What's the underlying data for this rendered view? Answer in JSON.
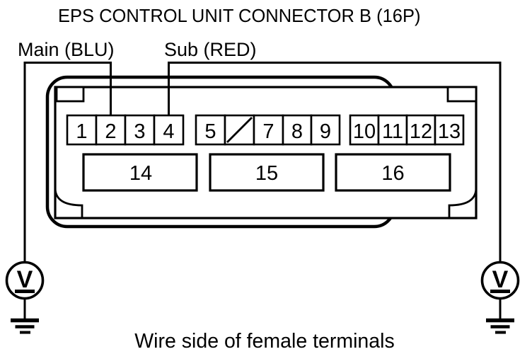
{
  "title": "EPS CONTROL UNIT CONNECTOR B (16P)",
  "probes": {
    "main_label": "Main (BLU)",
    "sub_label": "Sub (RED)",
    "meter_symbol": "V"
  },
  "connector": {
    "pin_groups": [
      {
        "pins": [
          "1",
          "2",
          "3",
          "4"
        ]
      },
      {
        "pins": [
          "5",
          "",
          "7",
          "8",
          "9"
        ]
      },
      {
        "pins": [
          "10",
          "11",
          "12",
          "13"
        ]
      }
    ],
    "terminals": [
      "14",
      "15",
      "16"
    ]
  },
  "caption": "Wire side of female terminals",
  "colors": {
    "ink": "#000000",
    "paper": "#ffffff"
  }
}
